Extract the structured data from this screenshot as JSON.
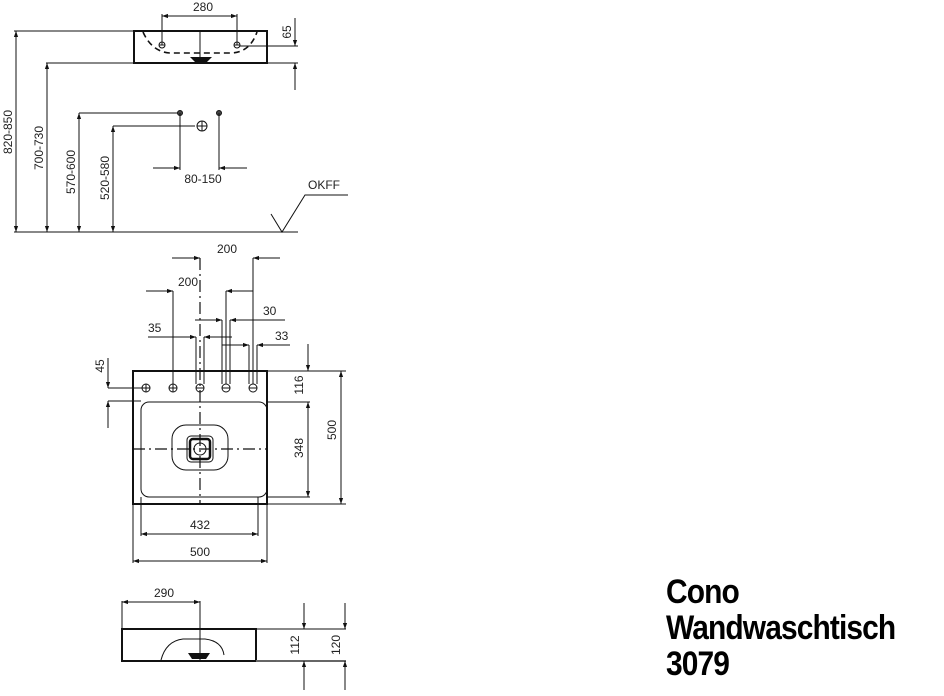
{
  "title": {
    "line1": "Cono",
    "line2": "Wandwaschtisch",
    "line3": "3079"
  },
  "front_view": {
    "tap_hole_spacing": "280",
    "rim_to_hole": "65",
    "height_rim": "820-850",
    "height_underside": "700-730",
    "height_water_supply": "570-600",
    "height_drain": "520-580",
    "supply_spacing": "80-150",
    "floor_label": "OKFF"
  },
  "top_view": {
    "hole_spacing_outer": "200",
    "hole_spacing_inner": "200",
    "slot_35": "35",
    "slot_30": "30",
    "slot_33": "33",
    "hole_row_offset": "45",
    "rear_deck": "116",
    "bowl_depth": "348",
    "total_depth": "500",
    "bowl_width": "432",
    "total_width": "500"
  },
  "side_view": {
    "drain_offset": "290",
    "bowl_height": "112",
    "total_height": "120"
  }
}
